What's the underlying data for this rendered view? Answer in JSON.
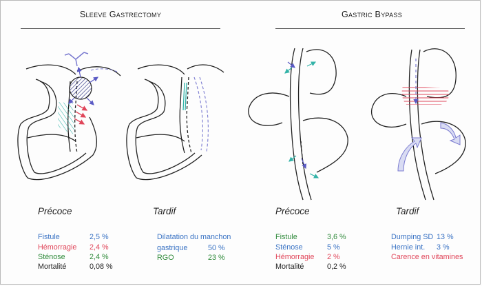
{
  "sleeve": {
    "title": "Sleeve Gastrectomy",
    "early": {
      "label": "Précoce",
      "rows": [
        {
          "name": "Fistule",
          "value": "2,5 %"
        },
        {
          "name": "Hémorragie",
          "value": "2,4 %"
        },
        {
          "name": "Sténose",
          "value": "2,4 %"
        },
        {
          "name": "Mortalité",
          "value": "0,08 %"
        }
      ]
    },
    "late": {
      "label": "Tardif",
      "rows": [
        {
          "name": "Dilatation du manchon",
          "value": ""
        },
        {
          "name": "gastrique",
          "value": "50 %"
        },
        {
          "name": "RGO",
          "value": "23 %"
        }
      ]
    }
  },
  "bypass": {
    "title": "Gastric Bypass",
    "early": {
      "label": "Précoce",
      "rows": [
        {
          "name": "Fistule",
          "value": "3,6 %"
        },
        {
          "name": "Sténose",
          "value": "5 %"
        },
        {
          "name": "Hémorragie",
          "value": "2 %"
        },
        {
          "name": "Mortalité",
          "value": "0,2 %"
        }
      ]
    },
    "late": {
      "label": "Tardif",
      "rows": [
        {
          "name": "Dumping SD",
          "value": "13 %"
        },
        {
          "name": "Hernie int.",
          "value": "3 %"
        },
        {
          "name": "Carence en vitamines",
          "value": ""
        }
      ]
    }
  },
  "colors": {
    "fistula": "#3a73c4",
    "hemorrhage": "#e0465a",
    "stenosis": "#2f8a3a",
    "leak_hatch": "#33b3a8",
    "vessel": "#6a6ac8"
  }
}
